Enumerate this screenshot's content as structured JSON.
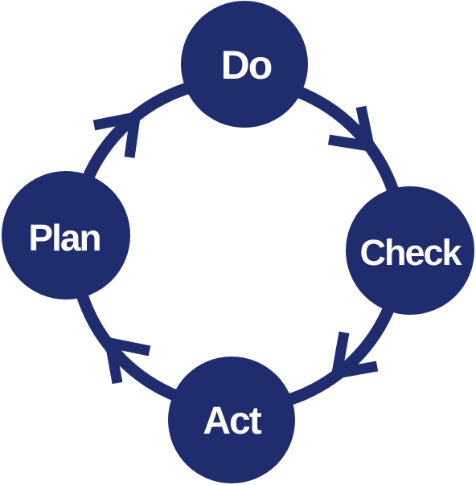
{
  "colors": {
    "primary": "#1f2c6e",
    "label": "#ffffff",
    "background": "#ffffff"
  },
  "cycle": {
    "direction": "clockwise",
    "nodes": [
      {
        "id": "do",
        "label": "Do"
      },
      {
        "id": "check",
        "label": "Check"
      },
      {
        "id": "act",
        "label": "Act"
      },
      {
        "id": "plan",
        "label": "Plan"
      }
    ]
  }
}
